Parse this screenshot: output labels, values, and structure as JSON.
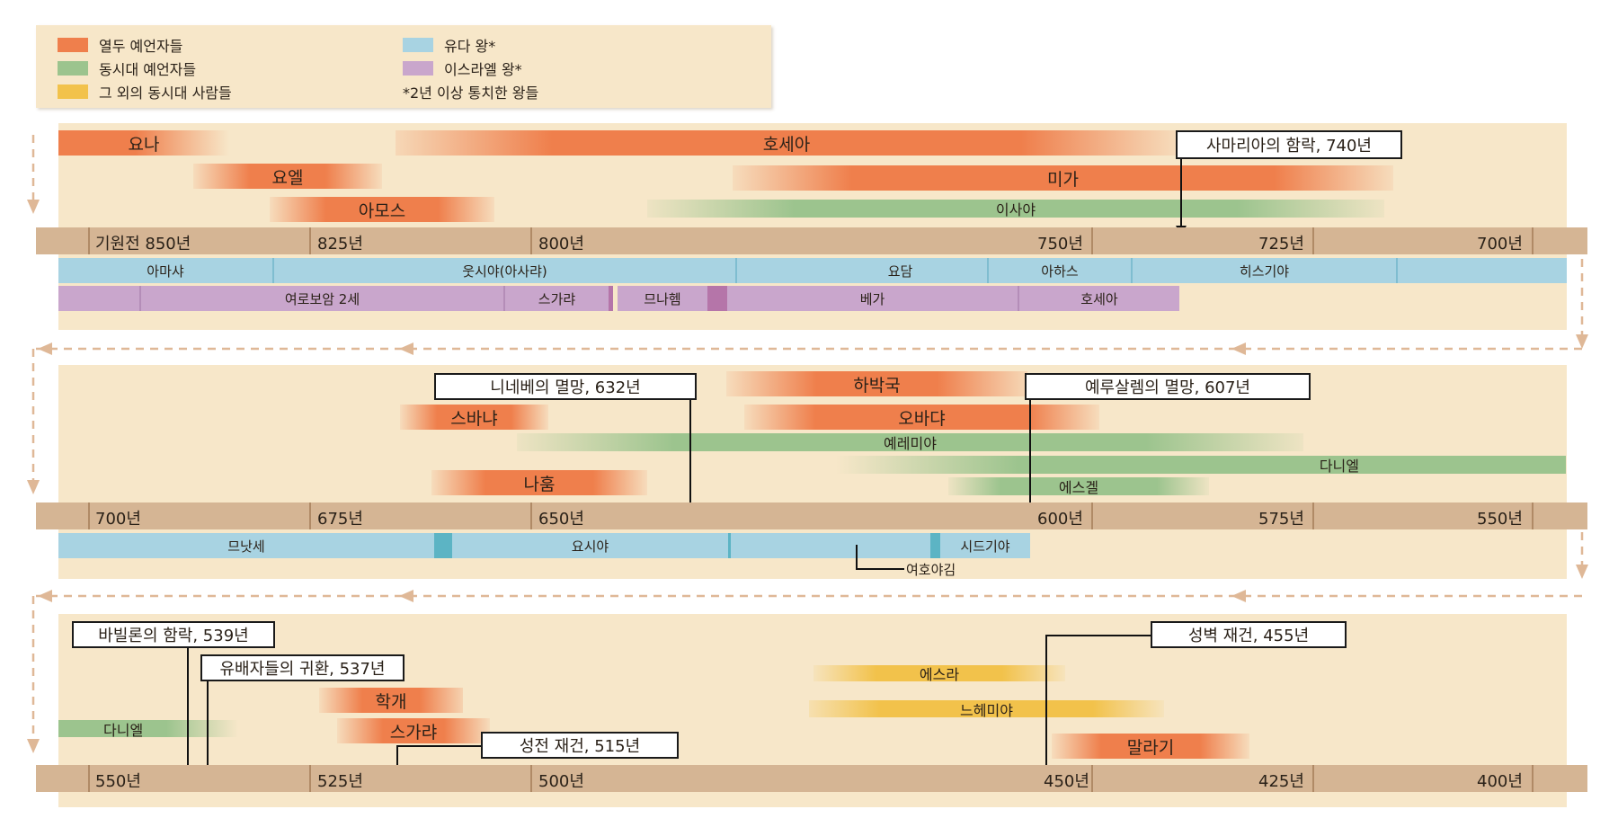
{
  "legend": {
    "items": [
      {
        "label": "열두 예언자들",
        "color": "#ef7f4c"
      },
      {
        "label": "동시대 예언자들",
        "color": "#9cc48e"
      },
      {
        "label": "그 외의 동시대 사람들",
        "color": "#f2c24b"
      },
      {
        "label": "유다 왕*",
        "color": "#a8d3e2"
      },
      {
        "label": "이스라엘 왕*",
        "color": "#c9a6cc"
      }
    ],
    "note": "*2년 이상 통치한 왕들"
  },
  "colors": {
    "panel": "#f7e7c9",
    "axis": "#d5b594",
    "prophet": "#ef7f4c",
    "contemporary_prophet": "#9cc48e",
    "other": "#f2c24b",
    "judah": "#a8d3e2",
    "judah_dark": "#5cb4c4",
    "israel": "#c9a6cc",
    "israel_dark": "#b575a9",
    "flow_arrow": "#dfb897"
  },
  "rows": [
    {
      "ticks": [
        "기원전 850년",
        "825년",
        "800년",
        "750년",
        "725년",
        "700년"
      ],
      "prophets": [
        {
          "label": "요나",
          "type": "prophet"
        },
        {
          "label": "호세아",
          "type": "prophet"
        },
        {
          "label": "요엘",
          "type": "prophet"
        },
        {
          "label": "미가",
          "type": "prophet"
        },
        {
          "label": "아모스",
          "type": "prophet"
        },
        {
          "label": "이사야",
          "type": "contemporary"
        }
      ],
      "events": [
        {
          "label": "사마리아의 함락, 740년"
        }
      ],
      "judah_kings": [
        "아마샤",
        "웃시야(아사랴)",
        "요담",
        "아하스",
        "히스기야"
      ],
      "israel_kings": [
        "여로보암 2세",
        "스가랴",
        "므나헴",
        "베가",
        "호세아"
      ]
    },
    {
      "ticks": [
        "700년",
        "675년",
        "650년",
        "600년",
        "575년",
        "550년"
      ],
      "prophets": [
        {
          "label": "하박국",
          "type": "prophet"
        },
        {
          "label": "스바냐",
          "type": "prophet"
        },
        {
          "label": "오바댜",
          "type": "prophet"
        },
        {
          "label": "예레미야",
          "type": "contemporary"
        },
        {
          "label": "다니엘",
          "type": "contemporary"
        },
        {
          "label": "나훔",
          "type": "prophet"
        },
        {
          "label": "에스겔",
          "type": "contemporary"
        }
      ],
      "events": [
        {
          "label": "니네베의 멸망, 632년"
        },
        {
          "label": "예루살렘의 멸망, 607년"
        }
      ],
      "judah_kings": [
        "므낫세",
        "요시야",
        "시드기야"
      ],
      "note": "여호야김"
    },
    {
      "ticks": [
        "550년",
        "525년",
        "500년",
        "450년",
        "425년",
        "400년"
      ],
      "prophets": [
        {
          "label": "에스라",
          "type": "other"
        },
        {
          "label": "학개",
          "type": "prophet"
        },
        {
          "label": "느헤미야",
          "type": "other"
        },
        {
          "label": "다니엘",
          "type": "contemporary"
        },
        {
          "label": "스가랴",
          "type": "prophet"
        },
        {
          "label": "말라기",
          "type": "prophet"
        }
      ],
      "events": [
        {
          "label": "바빌론의 함락, 539년"
        },
        {
          "label": "유배자들의 귀환, 537년"
        },
        {
          "label": "성벽 재건, 455년"
        },
        {
          "label": "성전 재건, 515년"
        }
      ]
    }
  ]
}
